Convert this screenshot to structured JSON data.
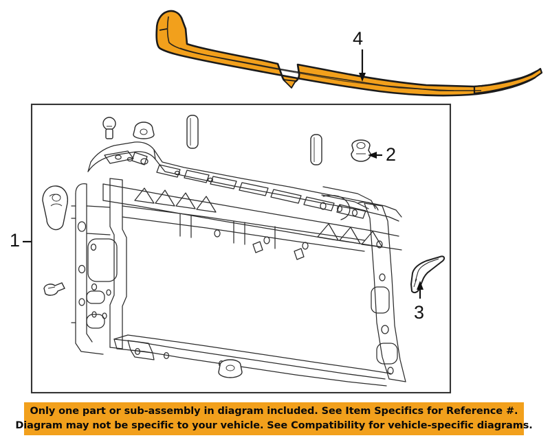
{
  "diagram": {
    "type": "automotive-parts-exploded-diagram",
    "subject": "Radiator core support assembly with upper tie bar",
    "background_color": "#ffffff",
    "highlight_color": "#F2A01C",
    "line_color": "#222222",
    "callouts": [
      {
        "id": "1",
        "label": "1",
        "target": "radiator-support-assembly",
        "pointer": "dash-line-right",
        "highlighted": false
      },
      {
        "id": "2",
        "label": "2",
        "target": "retainer-clip",
        "pointer": "arrow-left",
        "highlighted": false
      },
      {
        "id": "3",
        "label": "3",
        "target": "side-bracket",
        "pointer": "arrow-up",
        "highlighted": false
      },
      {
        "id": "4",
        "label": "4",
        "target": "upper-tie-bar-panel",
        "pointer": "arrow-down",
        "highlighted": true
      }
    ]
  },
  "banner": {
    "background_color": "#F2A01C",
    "text_color": "#0a0a0a",
    "line1": "Only one part or sub-assembly in diagram included. See Item Specifics for Reference #.",
    "line2": "Diagram may not be specific to your vehicle. See Compatibility for vehicle-specific diagrams."
  }
}
